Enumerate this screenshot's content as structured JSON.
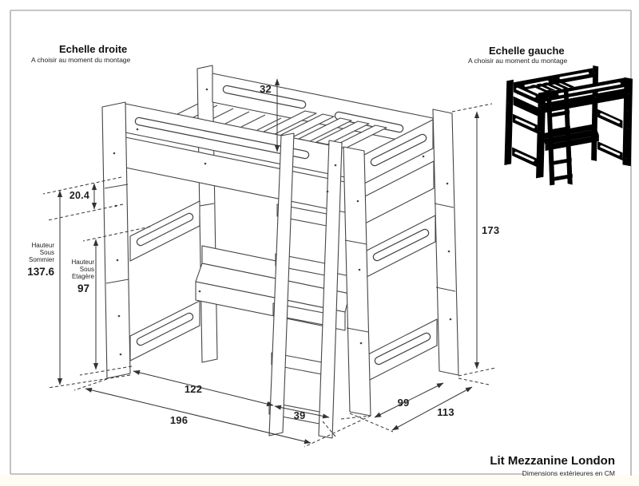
{
  "frame": {
    "border_color": "#b3b3b3"
  },
  "headers": {
    "left": {
      "title": "Echelle droite",
      "subtitle": "A choisir au moment du montage"
    },
    "right": {
      "title": "Echelle gauche",
      "subtitle": "A choisir au moment du montage"
    }
  },
  "title_block": {
    "product": "Lit Mezzanine London",
    "note": "Dimensions extérieures en CM"
  },
  "dimensions": {
    "rail_above_base": "32",
    "gap_under_rail": "20.4",
    "height_under_base": "137.6",
    "height_under_shelf": "97",
    "total_height": "173",
    "inner_width": "122",
    "total_width": "196",
    "ladder_width": "39",
    "side_depth": "99",
    "total_depth": "113"
  },
  "captions": {
    "sommier": [
      "Hauteur",
      "Sous",
      "Sommier"
    ],
    "etagere": [
      "Hauteur",
      "Sous",
      "Etagère"
    ]
  },
  "drawing": {
    "line_color": "#454545",
    "dim_color": "#333333"
  }
}
